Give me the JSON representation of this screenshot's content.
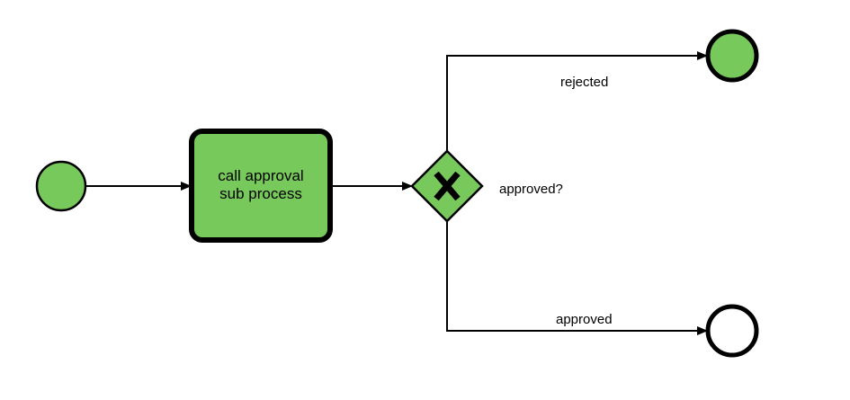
{
  "diagram": {
    "type": "bpmn",
    "colors": {
      "active_fill": "#77c95b",
      "stroke": "#000000",
      "inactive_fill": "#ffffff"
    },
    "nodes": {
      "start_event": {
        "kind": "start-event",
        "state": "completed"
      },
      "task": {
        "kind": "call-activity",
        "label_line1": "call approval",
        "label_line2": "sub process",
        "state": "completed"
      },
      "gateway": {
        "kind": "exclusive-gateway",
        "label": "approved?",
        "marker": "X",
        "state": "completed"
      },
      "end_rejected": {
        "kind": "end-event",
        "state": "completed"
      },
      "end_approved": {
        "kind": "end-event",
        "state": "not-reached"
      }
    },
    "flows": [
      {
        "from": "start_event",
        "to": "task",
        "label": ""
      },
      {
        "from": "task",
        "to": "gateway",
        "label": ""
      },
      {
        "from": "gateway",
        "to": "end_rejected",
        "label": "rejected"
      },
      {
        "from": "gateway",
        "to": "end_approved",
        "label": "approved"
      }
    ]
  }
}
